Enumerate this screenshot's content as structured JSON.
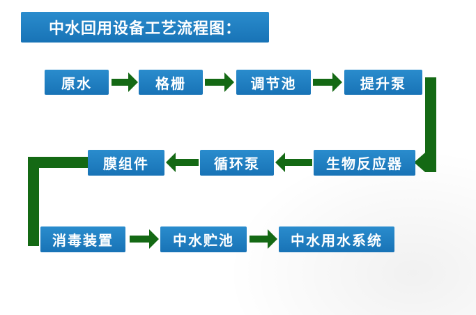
{
  "title": "中水回用设备工艺流程图：",
  "nodes": {
    "raw_water": "原水",
    "screen": "格栅",
    "regulating_tank": "调节池",
    "lift_pump": "提升泵",
    "bioreactor": "生物反应器",
    "circulation_pump": "循环泵",
    "membrane_module": "膜组件",
    "disinfection": "消毒装置",
    "storage_tank": "中水贮池",
    "water_use_system": "中水用水系统"
  },
  "colors": {
    "box_blue": "#1d7fc2",
    "arrow_green": "#146914",
    "text_white": "#ffffff",
    "background": "#ffffff"
  }
}
